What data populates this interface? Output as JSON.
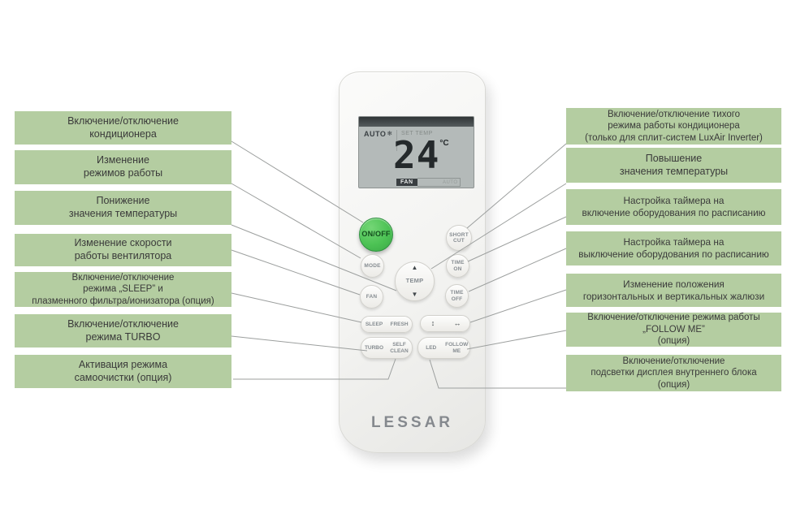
{
  "remote": {
    "brand": "LESSAR",
    "display": {
      "mode": "AUTO",
      "mode_icon": "❄",
      "set_temp_label": "SET TEMP",
      "temperature": "24",
      "unit": "°C",
      "fan_label": "FAN",
      "fan_value": "AUTO"
    },
    "buttons": {
      "on_off": "ON/OFF",
      "short_cut": "SHORT\nCUT",
      "mode": "MODE",
      "time_on": "TIME\nON",
      "temp": "TEMP",
      "temp_up_icon": "▲",
      "temp_down_icon": "▼",
      "fan": "FAN",
      "time_off": "TIME\nOFF",
      "sleep": "SLEEP",
      "fresh": "FRESH",
      "swing_vertical_icon": "↕",
      "swing_horizontal_icon": "↔",
      "turbo": "TURBO",
      "self_clean": "SELF\nCLEAN",
      "led": "LED",
      "follow_me": "FOLLOW\nME"
    }
  },
  "callouts": {
    "left": [
      {
        "text": "Включение/отключение\nкондиционера"
      },
      {
        "text": "Изменение\nрежимов работы"
      },
      {
        "text": "Понижение\nзначения температуры"
      },
      {
        "text": "Изменение скорости\nработы вентилятора"
      },
      {
        "text": "Включение/отключение\nрежима „SLEEP” и\nплазменного фильтра/ионизатора (опция)"
      },
      {
        "text": "Включение/отключение\nрежима TURBO"
      },
      {
        "text": "Активация режима\nсамоочистки (опция)"
      }
    ],
    "right": [
      {
        "text": "Включение/отключение тихого\nрежима работы кондиционера\n(только для сплит-систем LuxAir Inverter)"
      },
      {
        "text": "Повышение\nзначения температуры"
      },
      {
        "text": "Настройка таймера на\nвключение оборудования по расписанию"
      },
      {
        "text": "Настройка таймера на\nвыключение оборудования по расписанию"
      },
      {
        "text": "Изменение положения\nгоризонтальных и вертикальных жалюзи"
      },
      {
        "text": "Включение/отключение режима работы\n„FOLLOW ME”\n(опция)"
      },
      {
        "text": "Включение/отключение\nподсветки дисплея внутреннего блока\n(опция)"
      }
    ]
  },
  "colors": {
    "callout_bg": "#b4cda1",
    "accent_green": "#4cc254",
    "lcd_bg": "#b4bab9",
    "line": "#9c9f9e"
  }
}
